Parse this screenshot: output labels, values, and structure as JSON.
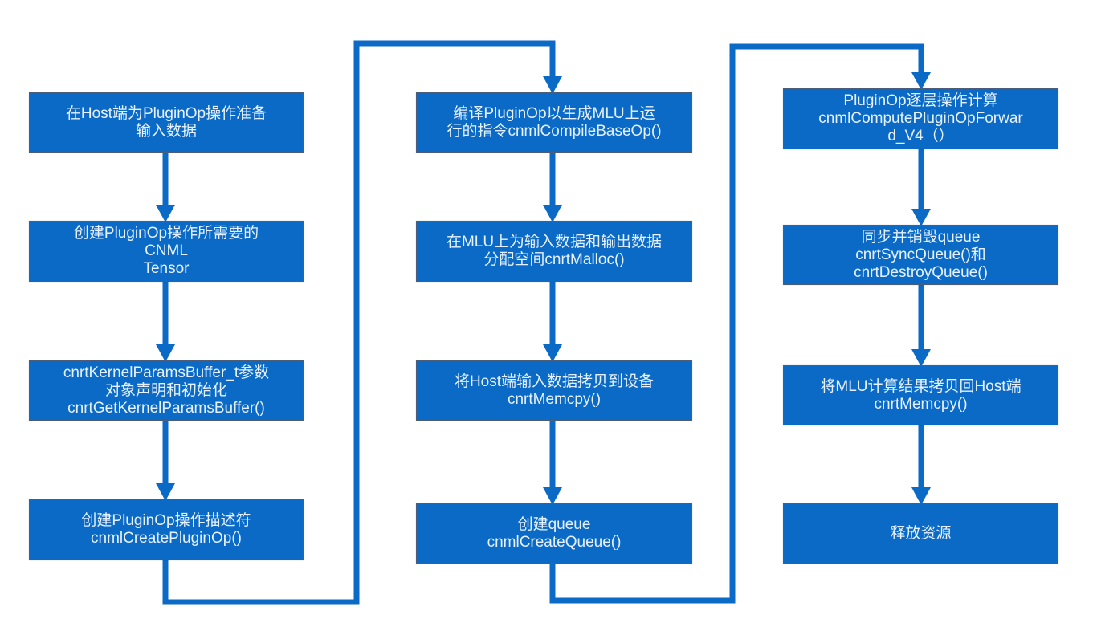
{
  "diagram": {
    "type": "flowchart",
    "colors": {
      "box_fill": "#0b6ac6",
      "box_border": "#4b5d78",
      "text": "#e6f1ff",
      "connector": "#0b6ac6",
      "background": "#ffffff"
    },
    "columns": [
      {
        "id": "col-1",
        "steps": [
          {
            "id": "step-1",
            "lines": [
              "在Host端为PluginOp操作准备",
              "输入数据"
            ]
          },
          {
            "id": "step-2",
            "lines": [
              "创建PluginOp操作所需要的",
              "CNML",
              "Tensor"
            ]
          },
          {
            "id": "step-3",
            "lines": [
              "cnrtKernelParamsBuffer_t参数",
              "对象声明和初始化",
              "cnrtGetKernelParamsBuffer()"
            ]
          },
          {
            "id": "step-4",
            "lines": [
              "创建PluginOp操作描述符",
              "cnmlCreatePluginOp()"
            ]
          }
        ]
      },
      {
        "id": "col-2",
        "steps": [
          {
            "id": "step-5",
            "lines": [
              "编译PluginOp以生成MLU上运",
              "行的指令cnmlCompileBaseOp()"
            ]
          },
          {
            "id": "step-6",
            "lines": [
              "在MLU上为输入数据和输出数据",
              "分配空间cnrtMalloc()"
            ]
          },
          {
            "id": "step-7",
            "lines": [
              "将Host端输入数据拷贝到设备",
              "cnrtMemcpy()"
            ]
          },
          {
            "id": "step-8",
            "lines": [
              "创建queue",
              "cnmlCreateQueue()"
            ]
          }
        ]
      },
      {
        "id": "col-3",
        "steps": [
          {
            "id": "step-9",
            "lines": [
              "PluginOp逐层操作计算",
              "cnmlComputePluginOpForwar",
              "d_V4（）"
            ]
          },
          {
            "id": "step-10",
            "lines": [
              "同步并销毁queue",
              "cnrtSyncQueue()和",
              "cnrtDestroyQueue()"
            ]
          },
          {
            "id": "step-11",
            "lines": [
              "将MLU计算结果拷贝回Host端",
              "cnrtMemcpy()"
            ]
          },
          {
            "id": "step-12",
            "lines": [
              "释放资源"
            ]
          }
        ]
      }
    ],
    "edges": [
      [
        "step-1",
        "step-2"
      ],
      [
        "step-2",
        "step-3"
      ],
      [
        "step-3",
        "step-4"
      ],
      [
        "step-4",
        "step-5"
      ],
      [
        "step-5",
        "step-6"
      ],
      [
        "step-6",
        "step-7"
      ],
      [
        "step-7",
        "step-8"
      ],
      [
        "step-8",
        "step-9"
      ],
      [
        "step-9",
        "step-10"
      ],
      [
        "step-10",
        "step-11"
      ],
      [
        "step-11",
        "step-12"
      ]
    ]
  }
}
